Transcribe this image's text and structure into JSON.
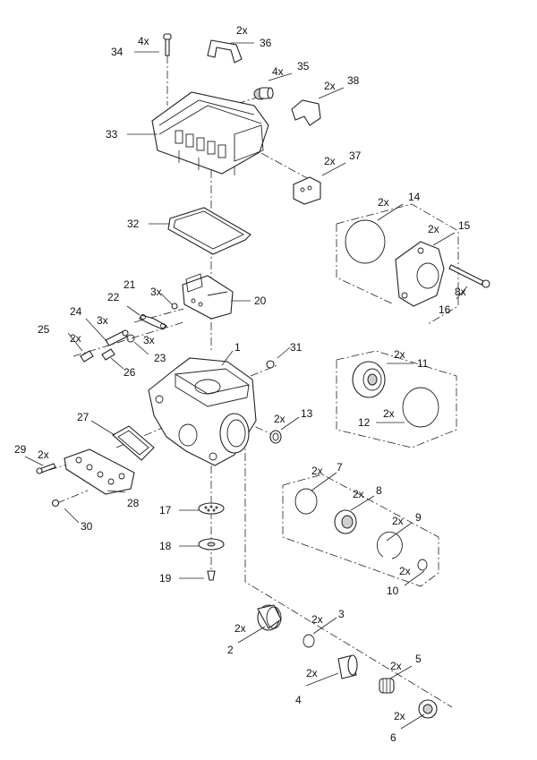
{
  "callouts": [
    {
      "num": "34",
      "qty": "4x"
    },
    {
      "num": "36",
      "qty": "2x"
    },
    {
      "num": "35",
      "qty": "4x"
    },
    {
      "num": "38",
      "qty": "2x"
    },
    {
      "num": "33",
      "qty": ""
    },
    {
      "num": "37",
      "qty": "2x"
    },
    {
      "num": "32",
      "qty": ""
    },
    {
      "num": "14",
      "qty": "2x"
    },
    {
      "num": "15",
      "qty": "2x"
    },
    {
      "num": "16",
      "qty": "8x"
    },
    {
      "num": "21",
      "qty": "3x"
    },
    {
      "num": "20",
      "qty": ""
    },
    {
      "num": "22",
      "qty": ""
    },
    {
      "num": "24",
      "qty": "3x"
    },
    {
      "num": "25",
      "qty": "2x"
    },
    {
      "num": "23",
      "qty": "3x"
    },
    {
      "num": "26",
      "qty": ""
    },
    {
      "num": "1",
      "qty": ""
    },
    {
      "num": "31",
      "qty": ""
    },
    {
      "num": "11",
      "qty": "2x"
    },
    {
      "num": "12",
      "qty": "2x"
    },
    {
      "num": "13",
      "qty": "2x"
    },
    {
      "num": "27",
      "qty": ""
    },
    {
      "num": "29",
      "qty": "2x"
    },
    {
      "num": "28",
      "qty": ""
    },
    {
      "num": "30",
      "qty": ""
    },
    {
      "num": "7",
      "qty": "2x"
    },
    {
      "num": "8",
      "qty": "2x"
    },
    {
      "num": "9",
      "qty": "2x"
    },
    {
      "num": "10",
      "qty": "2x"
    },
    {
      "num": "17",
      "qty": ""
    },
    {
      "num": "18",
      "qty": ""
    },
    {
      "num": "19",
      "qty": ""
    },
    {
      "num": "3",
      "qty": "2x"
    },
    {
      "num": "2",
      "qty": "2x"
    },
    {
      "num": "4",
      "qty": "2x"
    },
    {
      "num": "5",
      "qty": "2x"
    },
    {
      "num": "6",
      "qty": "2x"
    }
  ]
}
